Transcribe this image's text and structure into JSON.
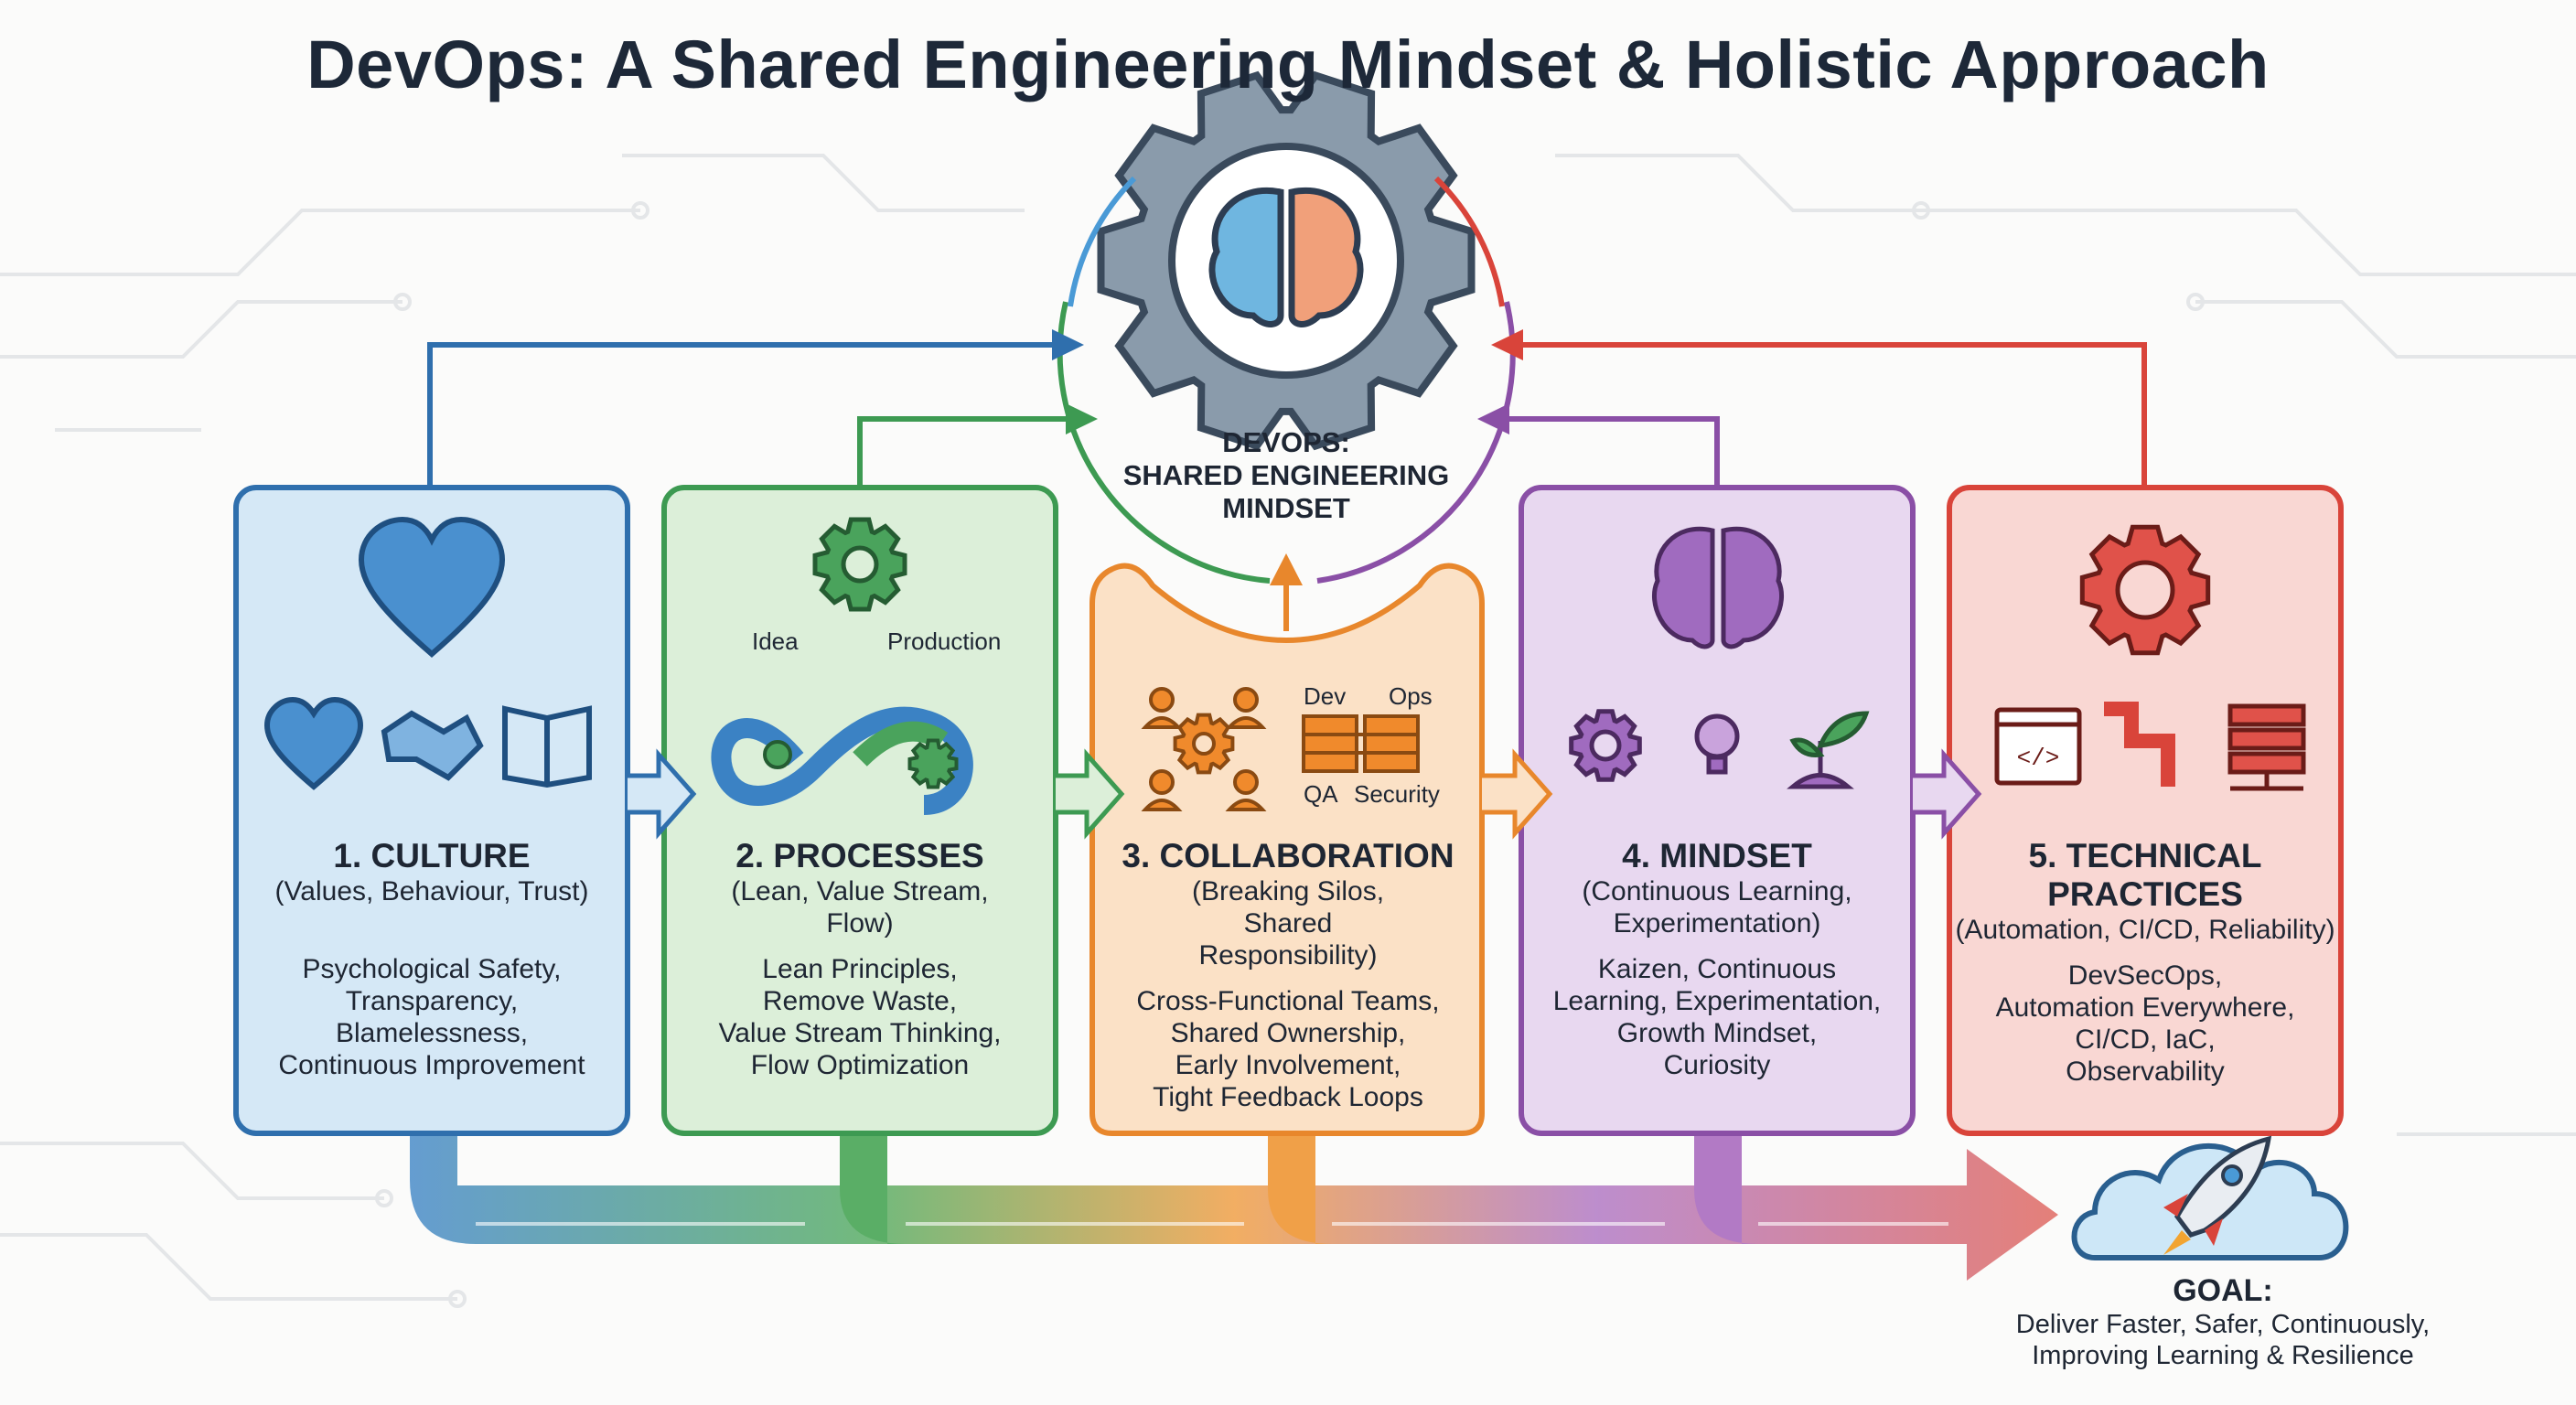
{
  "title": "DevOps: A Shared Engineering Mindset & Holistic Approach",
  "center": {
    "lines": [
      "DEVOPS:",
      "SHARED ENGINEERING",
      "MINDSET"
    ]
  },
  "pillars": [
    {
      "title": "1. CULTURE",
      "subtitle": "(Values, Behaviour, Trust)",
      "body": [
        "Psychological Safety,",
        "Transparency,",
        "Blamelessness,",
        "Continuous Improvement"
      ],
      "color": "#2f6fad",
      "fill": "#d5e8f6"
    },
    {
      "title": "2. PROCESSES",
      "subtitle": "(Lean, Value Stream, Flow)",
      "labels": [
        "Idea",
        "Production"
      ],
      "body": [
        "Lean Principles,",
        "Remove Waste,",
        "Value Stream Thinking,",
        "Flow Optimization"
      ],
      "color": "#3d9a52",
      "fill": "#dcefd9"
    },
    {
      "title": "3. COLLABORATION",
      "subtitle": "(Breaking Silos, Shared Responsibility)",
      "labels": [
        "Dev",
        "Ops",
        "QA",
        "Security"
      ],
      "body": [
        "Cross-Functional Teams,",
        "Shared Ownership,",
        "Early Involvement,",
        "Tight Feedback Loops"
      ],
      "color": "#e8872c",
      "fill": "#fbe1c6"
    },
    {
      "title": "4. MINDSET",
      "subtitle": "(Continuous Learning, Experimentation)",
      "body": [
        "Kaizen, Continuous",
        "Learning, Experimentation,",
        "Growth Mindset,",
        "Curiosity"
      ],
      "color": "#8a4fa6",
      "fill": "#e8d8f0"
    },
    {
      "title": "5. TECHNICAL PRACTICES",
      "subtitle": "(Automation, CI/CD, Reliability)",
      "body": [
        "DevSecOps,",
        "Automation Everywhere,",
        "CI/CD, IaC,",
        "Observability"
      ],
      "color": "#d9443a",
      "fill": "#f9d7d3"
    }
  ],
  "goal": {
    "title": "GOAL:",
    "body": [
      "Deliver Faster, Safer, Continuously,",
      "Improving Learning & Resilience"
    ]
  }
}
